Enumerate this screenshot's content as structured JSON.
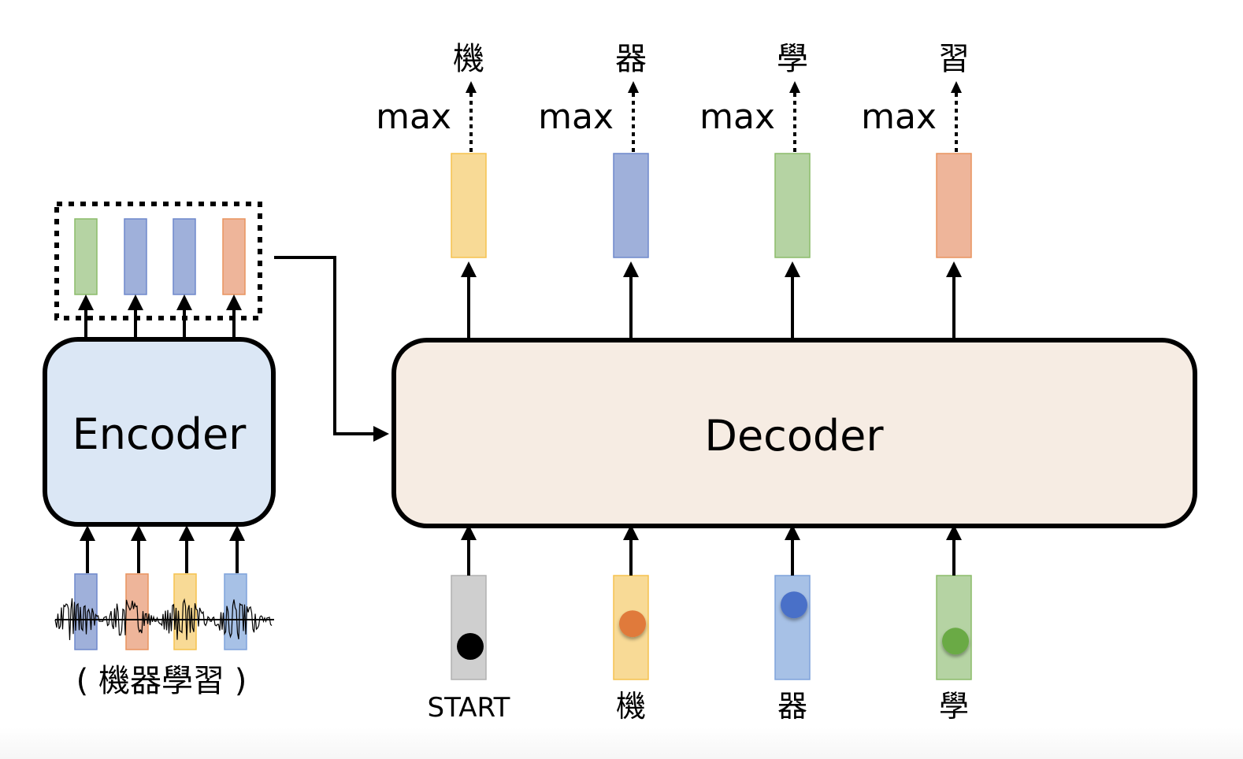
{
  "encoder": {
    "label": "Encoder",
    "fill": "#dbe7f5",
    "input_caption": "( 機器學習 )",
    "input_vectors": [
      {
        "color": "blue"
      },
      {
        "color": "orange"
      },
      {
        "color": "yellow"
      },
      {
        "color": "lightblue"
      }
    ],
    "output_vectors": [
      {
        "color": "green"
      },
      {
        "color": "blue"
      },
      {
        "color": "blue"
      },
      {
        "color": "orange"
      }
    ]
  },
  "decoder": {
    "label": "Decoder",
    "fill": "#f6ece3",
    "steps": [
      {
        "input_label": "START",
        "input_color": "gray",
        "dot_color": "#000000",
        "dot_pos": 0.75,
        "output_color": "yellow",
        "op": "max",
        "output_token": "機"
      },
      {
        "input_label": "機",
        "input_color": "yellow",
        "dot_color": "#e07a3a",
        "dot_pos": 0.45,
        "output_color": "blue",
        "op": "max",
        "output_token": "器"
      },
      {
        "input_label": "器",
        "input_color": "lightblue",
        "dot_color": "#4a6fc8",
        "dot_pos": 0.2,
        "output_color": "green",
        "op": "max",
        "output_token": "學"
      },
      {
        "input_label": "學",
        "input_color": "green",
        "dot_color": "#6aaa45",
        "dot_pos": 0.68,
        "output_color": "orange",
        "op": "max",
        "output_token": "習"
      }
    ]
  },
  "palette": {
    "green": {
      "fill": "#b5d3a3",
      "stroke": "#8cbc6a"
    },
    "blue": {
      "fill": "#9fb0da",
      "stroke": "#6f88cc"
    },
    "lightblue": {
      "fill": "#a7c1e6",
      "stroke": "#7fa3dc"
    },
    "orange": {
      "fill": "#eeb59a",
      "stroke": "#e8935f"
    },
    "yellow": {
      "fill": "#f8da96",
      "stroke": "#f5c24f"
    },
    "gray": {
      "fill": "#cfcfcf",
      "stroke": "#b0b0b0"
    }
  }
}
